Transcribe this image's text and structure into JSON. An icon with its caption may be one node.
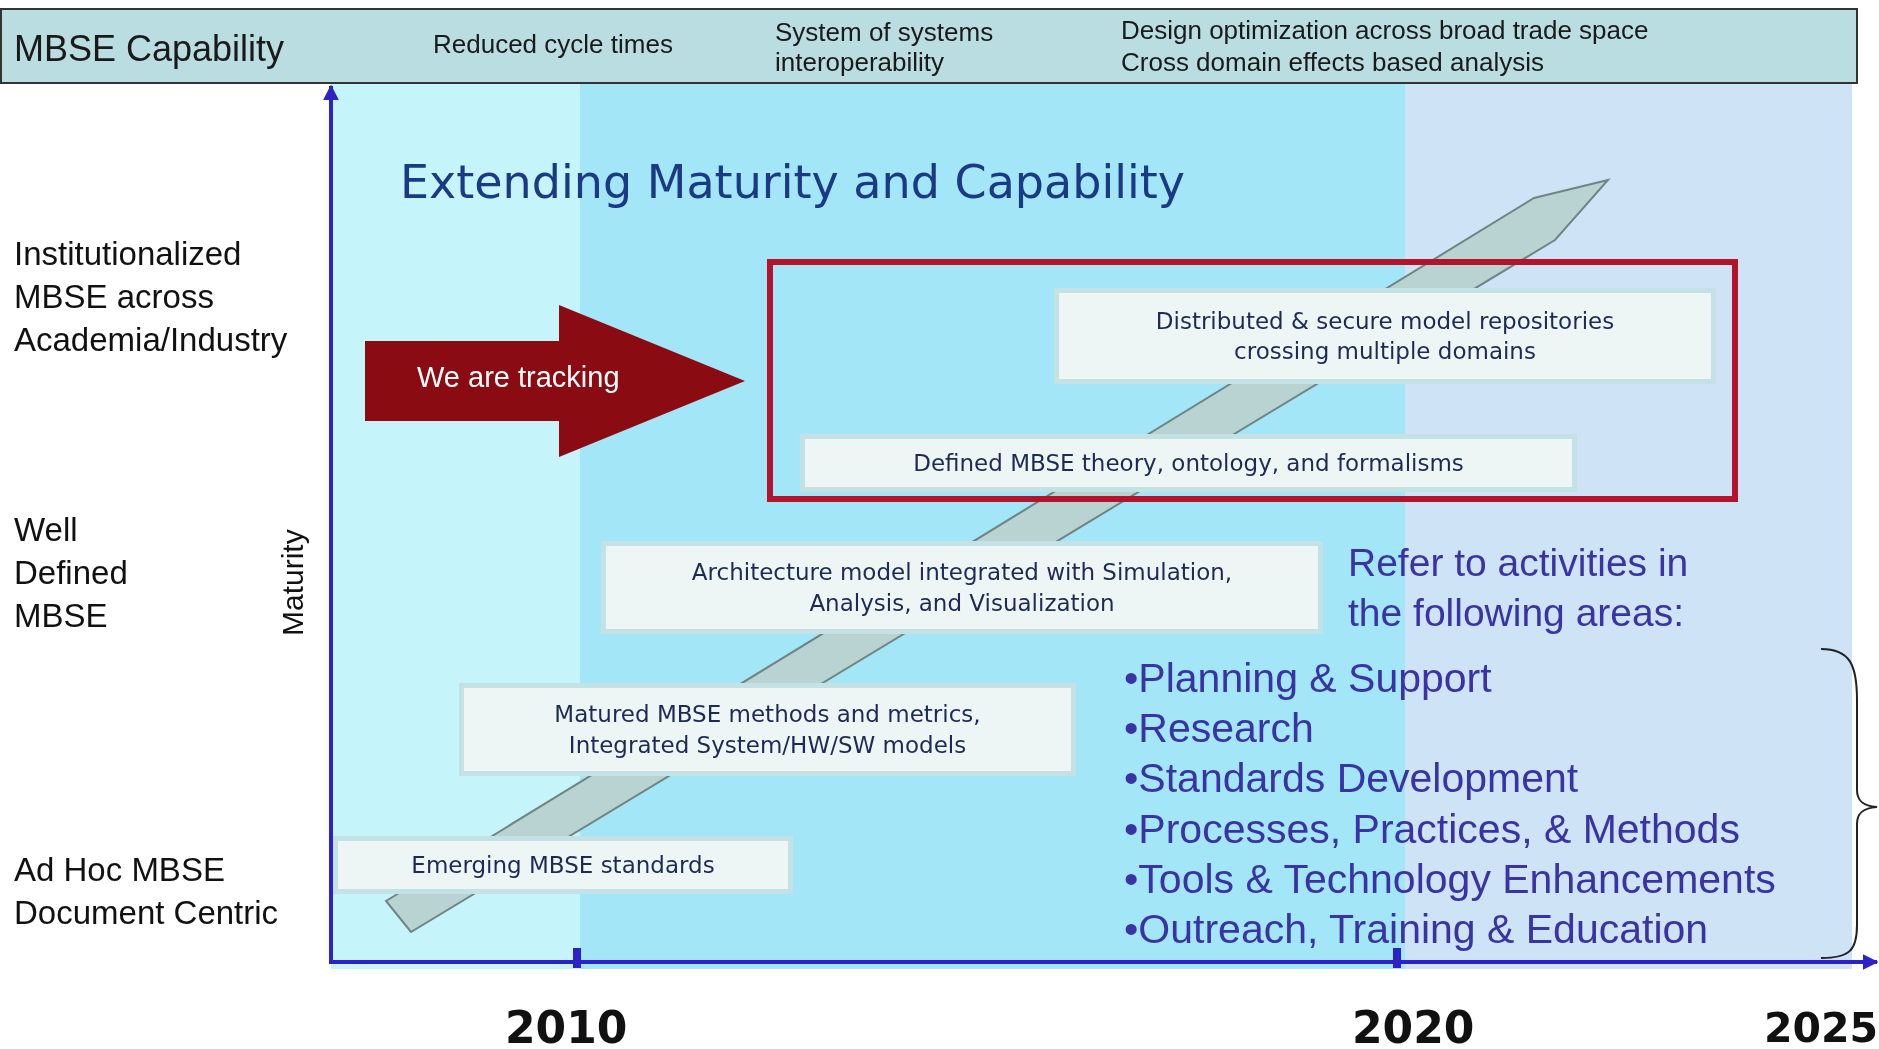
{
  "diagram": {
    "title": "Extending Maturity and Capability",
    "nodes": [
      {
        "text": [
          "MBSE Capability",
          "Reduced cycle times",
          "System of systems interoperability",
          "Design optimization across broad trade space",
          "Cross domain effects based analysis"
        ]
      },
      {
        "text": [
          "We are tracking"
        ]
      },
      {
        "text": [],
        "shape": "box"
      },
      {
        "text": [
          "Distributed & secure model repositories crossing multiple domains"
        ],
        "in": 2
      },
      {
        "text": [
          "Defined MBSE theory, ontology, and formalisms"
        ],
        "in": 2
      },
      {
        "text": [
          "Architecture model integrated with Simulation, Analysis, and Visualization"
        ]
      },
      {
        "text": [
          "Matured MBSE methods and metrics, Integrated  System/HW/SW models"
        ]
      },
      {
        "text": [
          "Emerging MBSE standards"
        ]
      }
    ],
    "labels": [
      "Institutionalized MBSE across Academia/Industry",
      "Well Defined MBSE",
      "Ad Hoc MBSE Document Centric",
      "Maturity",
      "Refer to activities in the following areas:",
      "•Planning & Support",
      "•Research",
      "•Standards Development",
      "•Processes, Practices, & Methods",
      "•Tools & Technology Enhancements",
      "•Outreach, Training & Education",
      "2010",
      "2020",
      "2025"
    ]
  }
}
